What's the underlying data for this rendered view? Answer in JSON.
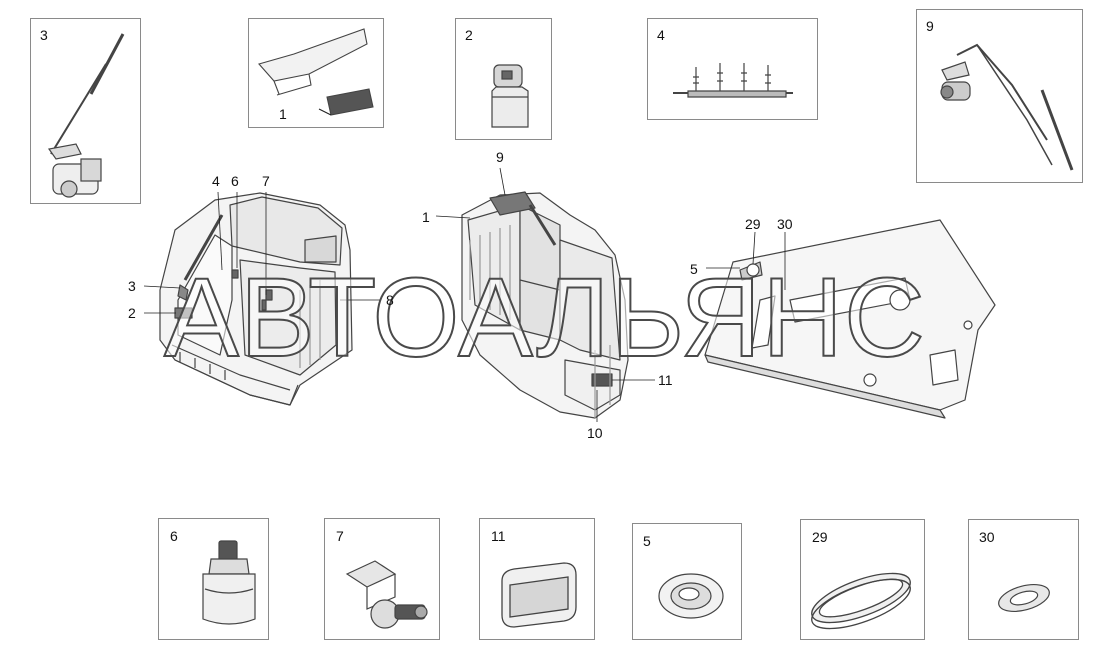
{
  "detail_boxes": [
    {
      "id": "box-3",
      "number": "3"
    },
    {
      "id": "box-1",
      "number": "1"
    },
    {
      "id": "box-2",
      "number": "2"
    },
    {
      "id": "box-4",
      "number": "4"
    },
    {
      "id": "box-9",
      "number": "9"
    },
    {
      "id": "box-6",
      "number": "6"
    },
    {
      "id": "box-7",
      "number": "7"
    },
    {
      "id": "box-11",
      "number": "11"
    },
    {
      "id": "box-5",
      "number": "5"
    },
    {
      "id": "box-29",
      "number": "29"
    },
    {
      "id": "box-30",
      "number": "30"
    }
  ],
  "callouts": {
    "front_cab": [
      "4",
      "6",
      "7",
      "3",
      "2",
      "8"
    ],
    "rear_cab": [
      "9",
      "1",
      "11",
      "10"
    ],
    "floor_panel": [
      "29",
      "30",
      "5"
    ]
  },
  "watermark": "АВТОАЛЬЯНС"
}
